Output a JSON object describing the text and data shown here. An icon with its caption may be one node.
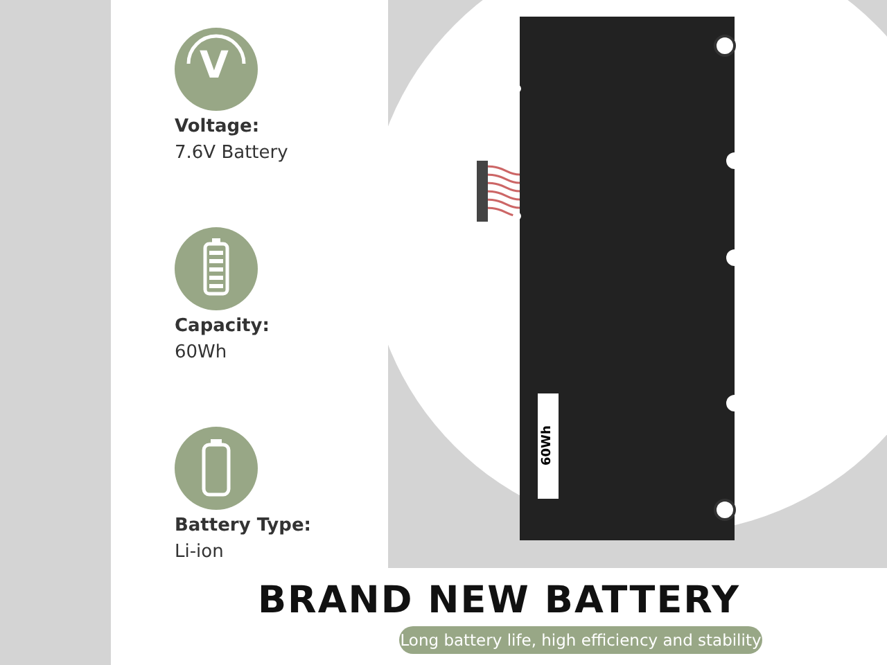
{
  "diagram": {
    "title": "BRAND NEW BATTERY",
    "caption": "Long battery life, high efficiency and stability",
    "nodes": [
      {
        "text": [
          "Voltage:",
          "7.6V Battery"
        ]
      },
      {
        "text": [
          "Capacity:",
          "60Wh"
        ]
      },
      {
        "text": [
          "Battery Type:",
          "Li-ion"
        ]
      }
    ],
    "labels": [
      "V",
      "60Wh"
    ]
  }
}
